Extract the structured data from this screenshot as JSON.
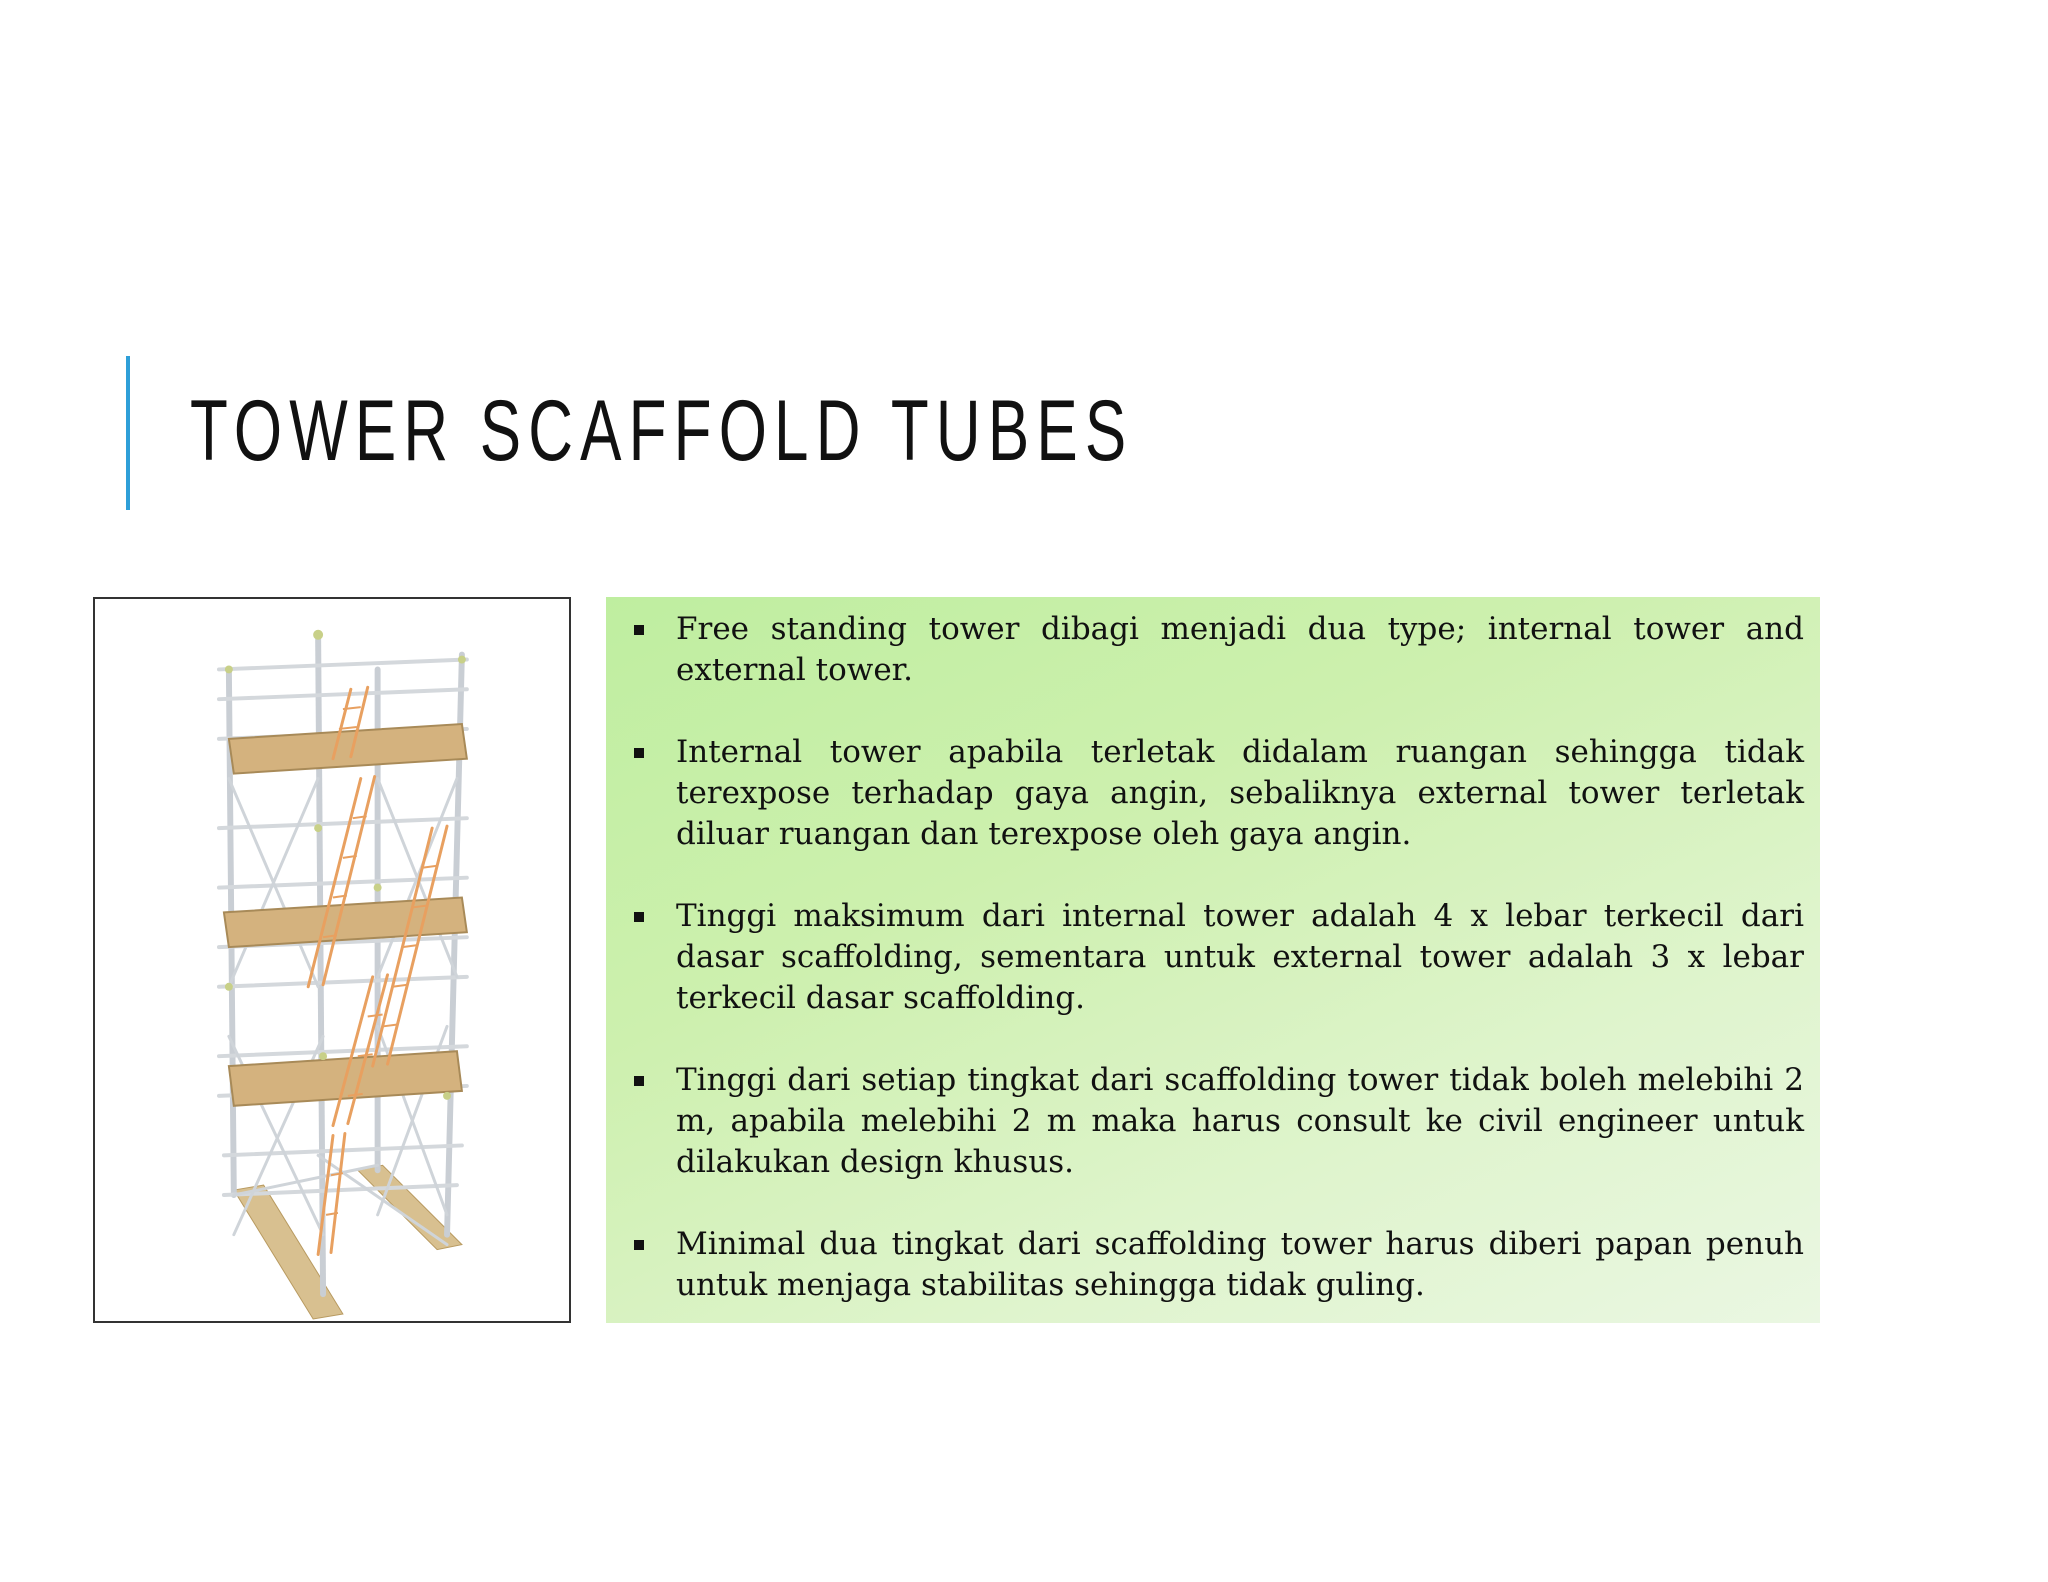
{
  "slide": {
    "title": "TOWER SCAFFOLD TUBES",
    "accent_color": "#2e9fd8"
  },
  "figure": {
    "subject": "scaffold-tower-illustration"
  },
  "content": {
    "panel_color": "#c9f0a8",
    "bullets": [
      {
        "text": "Free standing tower dibagi menjadi dua type; internal tower and external tower."
      },
      {
        "text": "Internal tower apabila terletak didalam ruangan sehingga tidak terexpose terhadap gaya angin, sebaliknya external tower terletak diluar ruangan dan terexpose oleh gaya angin."
      },
      {
        "text": "Tinggi maksimum dari internal tower adalah 4 x lebar terkecil dari dasar scaffolding, sementara untuk external tower adalah 3 x lebar terkecil dasar scaffolding."
      },
      {
        "text": "Tinggi dari setiap tingkat dari scaffolding tower tidak boleh melebihi 2 m, apabila melebihi 2 m maka harus consult ke civil engineer untuk dilakukan design khusus."
      },
      {
        "text": "Minimal dua tingkat dari scaffolding tower harus diberi papan penuh untuk menjaga stabilitas sehingga tidak guling."
      }
    ]
  }
}
